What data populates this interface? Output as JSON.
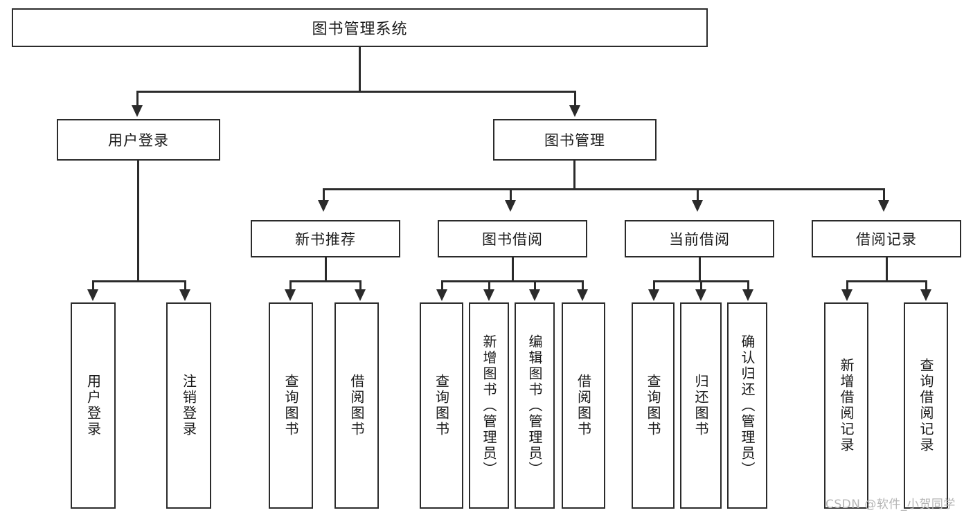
{
  "diagram": {
    "title": "图书管理系统",
    "type": "tree-hierarchy-diagram",
    "root": {
      "label": "图书管理系统"
    },
    "level2": [
      {
        "label": "用户登录"
      },
      {
        "label": "图书管理"
      }
    ],
    "level3": [
      {
        "label": "新书推荐"
      },
      {
        "label": "图书借阅"
      },
      {
        "label": "当前借阅"
      },
      {
        "label": "借阅记录"
      }
    ],
    "leaves": {
      "user_login": [
        {
          "label": "用户登录"
        },
        {
          "label": "注销登录"
        }
      ],
      "new_book_recommend": [
        {
          "label": "查询图书"
        },
        {
          "label": "借阅图书"
        }
      ],
      "book_borrow": [
        {
          "label": "查询图书"
        },
        {
          "label": "新增图书（管理员）"
        },
        {
          "label": "编辑图书（管理员）"
        },
        {
          "label": "借阅图书"
        }
      ],
      "current_borrow": [
        {
          "label": "查询图书"
        },
        {
          "label": "归还图书"
        },
        {
          "label": "确认归还（管理员）"
        }
      ],
      "borrow_record": [
        {
          "label": "新增借阅记录"
        },
        {
          "label": "查询借阅记录"
        }
      ]
    },
    "watermark": "CSDN @软件_小贺同学",
    "colors": {
      "stroke": "#2b2b2b",
      "background": "#ffffff",
      "text": "#1a1a1a",
      "watermark": "#b5b5b5"
    }
  }
}
